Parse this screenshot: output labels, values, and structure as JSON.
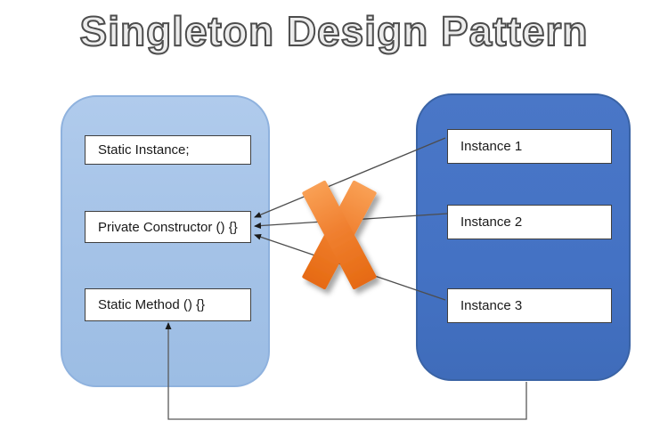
{
  "title": "Singleton Design Pattern",
  "singleton_class": {
    "members": [
      {
        "label": "Static Instance;"
      },
      {
        "label": "Private Constructor () {}"
      },
      {
        "label": "Static Method () {}"
      }
    ]
  },
  "client_instances": {
    "members": [
      {
        "label": "Instance 1"
      },
      {
        "label": "Instance 2"
      },
      {
        "label": "Instance 3"
      }
    ]
  },
  "connections": [
    {
      "from": "Instance 1",
      "to": "Private Constructor () {}",
      "style": "blocked-arrow"
    },
    {
      "from": "Instance 2",
      "to": "Private Constructor () {}",
      "style": "blocked-arrow"
    },
    {
      "from": "Instance 3",
      "to": "Private Constructor () {}",
      "style": "blocked-arrow"
    },
    {
      "from": "Instances container",
      "to": "Static Method () {}",
      "style": "elbow-arrow"
    }
  ],
  "icons": {
    "blocked": "multiply-x-icon"
  },
  "colors": {
    "singleton_container_fill": "#a4c2e7",
    "singleton_container_border": "#8fb2de",
    "instances_container_fill": "#4472c4",
    "instances_container_border": "#3a63a5",
    "member_box_fill": "#ffffff",
    "member_box_border": "#3f3f3f",
    "connector_stroke": "#4d4d4d",
    "x_gradient_top": "#f9a055",
    "x_gradient_bottom": "#e66a12",
    "title_fill": "#ededed",
    "title_outline": "#4d4d4d"
  }
}
